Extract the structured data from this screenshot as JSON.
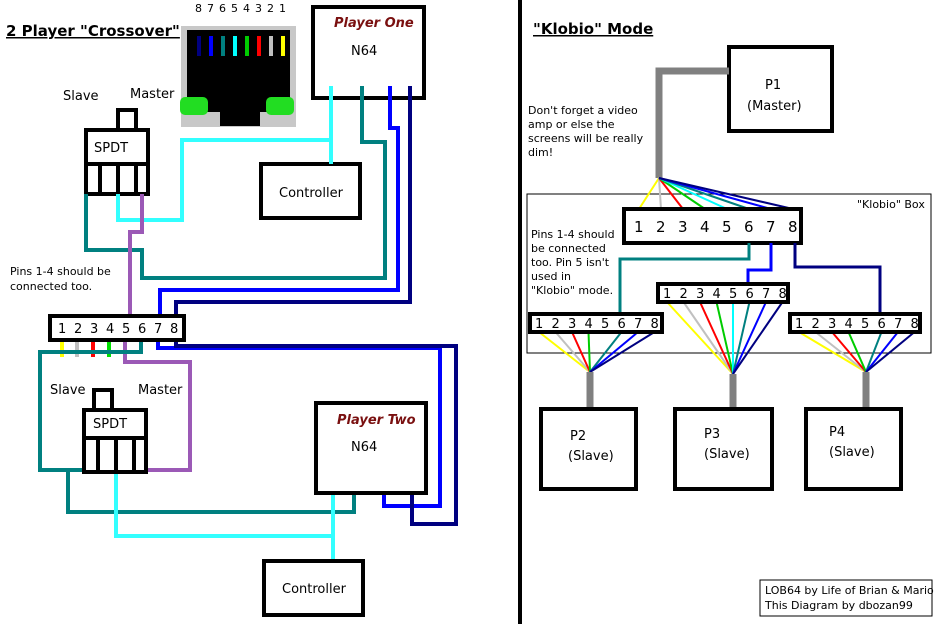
{
  "left": {
    "title": "2 Player \"Crossover\"",
    "rj45_pins": [
      "8",
      "7",
      "6",
      "5",
      "4",
      "3",
      "2",
      "1"
    ],
    "spdt_top": {
      "slave": "Slave",
      "master": "Master",
      "label": "SPDT"
    },
    "spdt_bottom": {
      "slave": "Slave",
      "master": "Master",
      "label": "SPDT"
    },
    "player_one": {
      "name": "Player One",
      "console": "N64"
    },
    "player_two": {
      "name": "Player Two",
      "console": "N64"
    },
    "controller_top": "Controller",
    "controller_bottom": "Controller",
    "note": [
      "Pins 1-4 should be",
      "connected too."
    ],
    "connector_pins": [
      "1",
      "2",
      "3",
      "4",
      "5",
      "6",
      "7",
      "8"
    ]
  },
  "right": {
    "title": "\"Klobio\" Mode",
    "p1": {
      "name": "P1",
      "role": "(Master)"
    },
    "p2": {
      "name": "P2",
      "role": "(Slave)"
    },
    "p3": {
      "name": "P3",
      "role": "(Slave)"
    },
    "p4": {
      "name": "P4",
      "role": "(Slave)"
    },
    "amp_note": [
      "Don't forget a video",
      "amp or else the",
      "screens will be really",
      "dim!"
    ],
    "klobio_box_label": "\"Klobio\" Box",
    "pins_note": [
      "Pins 1-4 should",
      "be connected",
      "too. Pin 5 isn't",
      "used in",
      "\"Klobio\" mode."
    ],
    "pins": [
      "1",
      "2",
      "3",
      "4",
      "5",
      "6",
      "7",
      "8"
    ],
    "credits": [
      "LOB64 by Life of Brian & Mario",
      "This Diagram by dbozan99"
    ]
  },
  "colors": {
    "pin1": "#ffff00",
    "pin2": "#c0c0c0",
    "pin3": "#ff0000",
    "pin4": "#00cc00",
    "pin5": "#00ffff",
    "pin6": "#008080",
    "pin7": "#0000ff",
    "pin8": "#000080",
    "purple": "#9b59b6",
    "gray": "#808080",
    "lightblue": "#33ffff",
    "teal": "#008080",
    "green": "#00e000"
  }
}
